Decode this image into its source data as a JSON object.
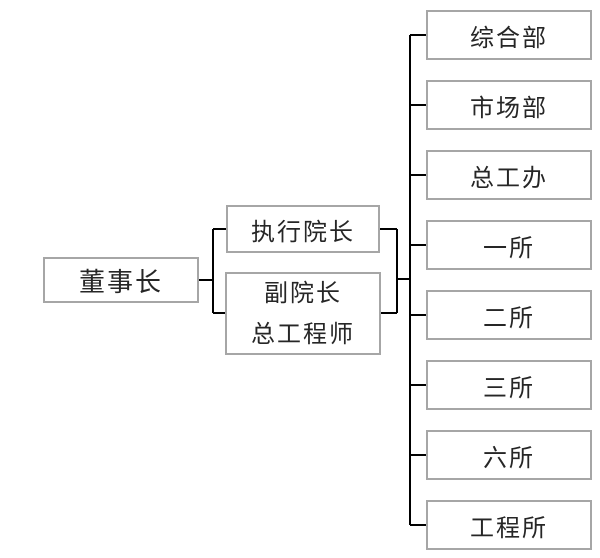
{
  "diagram": {
    "type": "org-chart",
    "nodes": {
      "chairman": "董事长",
      "executive_dean": "执行院长",
      "vice_dean_line1": "副院长",
      "vice_dean_line2": "总工程师",
      "departments": [
        "综合部",
        "市场部",
        "总工办",
        "一所",
        "二所",
        "三所",
        "六所",
        "工程所"
      ]
    },
    "edges": [
      {
        "from": "董事长",
        "to": "执行院长"
      },
      {
        "from": "董事长",
        "to": "副院长/总工程师"
      },
      {
        "from": "执行院长/副院长/总工程师",
        "to": "综合部"
      },
      {
        "from": "执行院长/副院长/总工程师",
        "to": "市场部"
      },
      {
        "from": "执行院长/副院长/总工程师",
        "to": "总工办"
      },
      {
        "from": "执行院长/副院长/总工程师",
        "to": "一所"
      },
      {
        "from": "执行院长/副院长/总工程师",
        "to": "二所"
      },
      {
        "from": "执行院长/副院长/总工程师",
        "to": "三所"
      },
      {
        "from": "执行院长/副院长/总工程师",
        "to": "六所"
      },
      {
        "from": "执行院长/副院长/总工程师",
        "to": "工程所"
      }
    ],
    "colors": {
      "connector_line": "#000000",
      "box_border": "#a6a6a6",
      "text": "#262626",
      "background": "#ffffff"
    }
  }
}
